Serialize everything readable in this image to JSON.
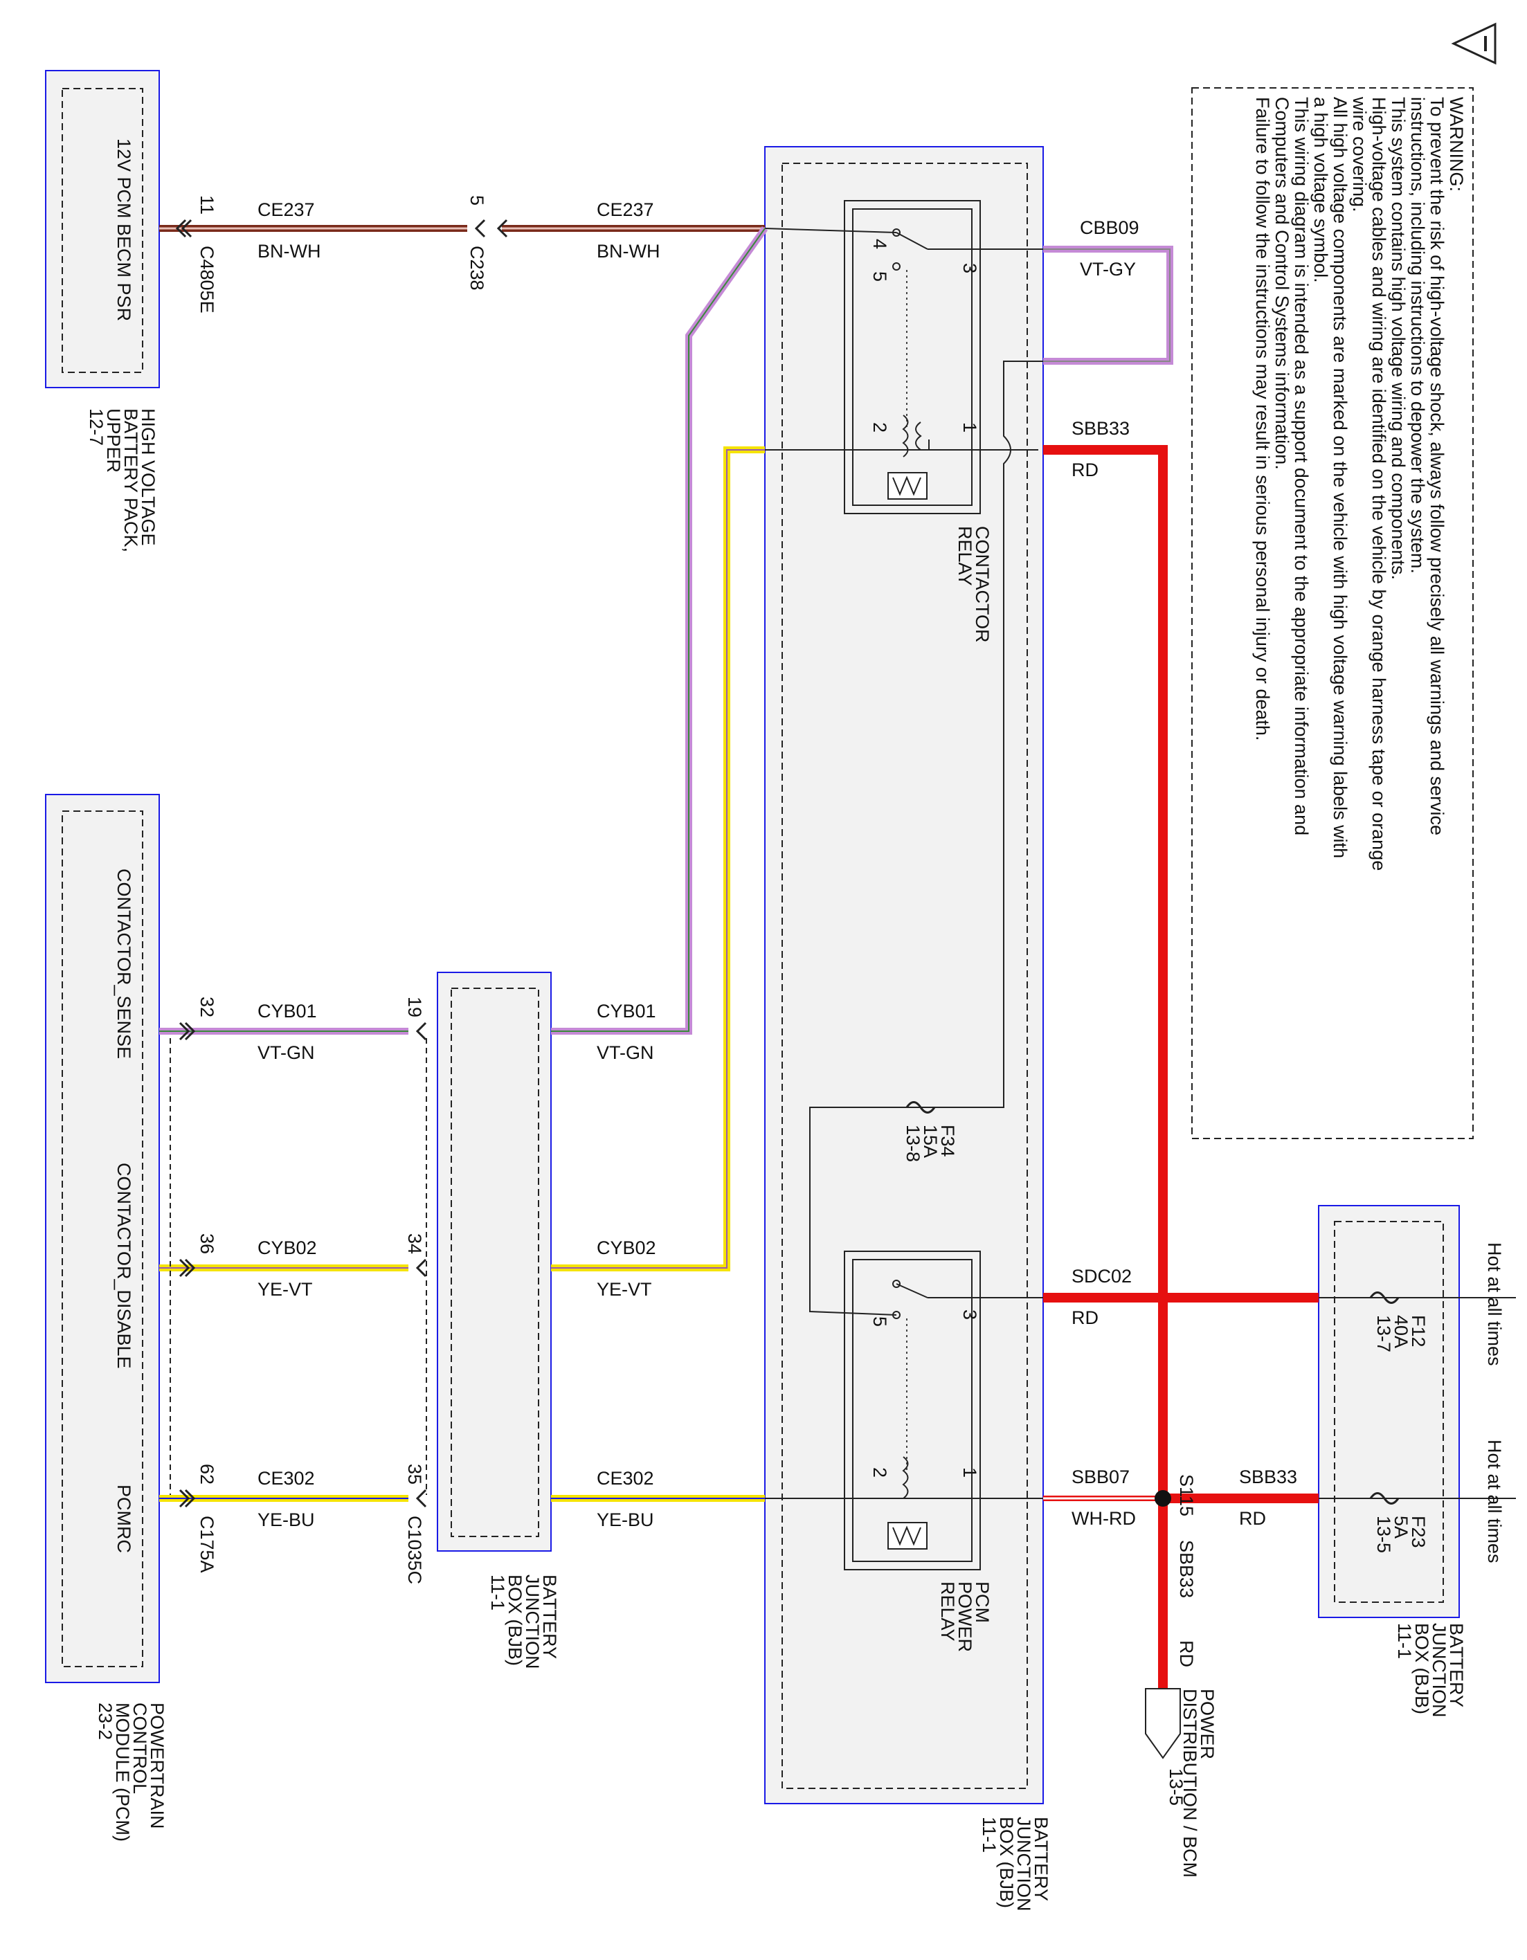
{
  "warning": {
    "title": "WARNING:",
    "lines": [
      "To prevent the risk of high-voltage shock, always follow precisely all warnings and service",
      "instructions, including instructions to depower the system.",
      "This system contains high voltage wiring and components.",
      "High-voltage cables and wiring are identified on the vehicle by orange harness tape or orange",
      "wire covering.",
      "All high voltage components are marked on the vehicle with high voltage warning labels with",
      "a high voltage symbol.",
      "This wiring diagram is intended as a support document to the appropriate information and",
      "Computers and Control Systems information.",
      "Failure to follow the instructions may result in serious personal injury or death."
    ]
  },
  "modules": {
    "hv_battery": {
      "pin_label": "12V PCM BECM PSR",
      "name": [
        "HIGH VOLTAGE",
        "BATTERY PACK,",
        "UPPER"
      ],
      "ref": "12-7"
    },
    "pcm": {
      "pins": [
        "CONTACTOR_SENSE",
        "CONTACTOR_DISABLE",
        "PCMRC"
      ],
      "name": [
        "POWERTRAIN",
        "CONTROL",
        "MODULE (PCM)"
      ],
      "ref": "23-2"
    },
    "bjb_left": {
      "name": [
        "BATTERY",
        "JUNCTION",
        "BOX (BJB)"
      ],
      "ref": "11-1"
    },
    "bjb_main": {
      "name": [
        "BATTERY",
        "JUNCTION",
        "BOX (BJB)"
      ],
      "ref": "11-1"
    },
    "bjb_right": {
      "name": [
        "BATTERY",
        "JUNCTION",
        "BOX (BJB)"
      ],
      "ref": "11-1"
    }
  },
  "connectors": {
    "c4805e": "C4805E",
    "c238": "C238",
    "c175a": "C175A",
    "c1035c": "C1035C"
  },
  "pins": {
    "p11": "11",
    "p5": "5",
    "p32": "32",
    "p19": "19",
    "p36": "36",
    "p34": "34",
    "p62": "62",
    "p35": "35",
    "cr3": "3",
    "cr4": "4",
    "cr5": "5",
    "cr1": "1",
    "cr2": "2",
    "pr3": "3",
    "pr5": "5",
    "pr1": "1",
    "pr2": "2"
  },
  "wires": {
    "ce237_a": {
      "circuit": "CE237",
      "color": "BN-WH"
    },
    "ce237_b": {
      "circuit": "CE237",
      "color": "BN-WH"
    },
    "cyb01_a": {
      "circuit": "CYB01",
      "color": "VT-GN"
    },
    "cyb01_b": {
      "circuit": "CYB01",
      "color": "VT-GN"
    },
    "cyb02_a": {
      "circuit": "CYB02",
      "color": "YE-VT"
    },
    "cyb02_b": {
      "circuit": "CYB02",
      "color": "YE-VT"
    },
    "ce302_a": {
      "circuit": "CE302",
      "color": "YE-BU"
    },
    "ce302_b": {
      "circuit": "CE302",
      "color": "YE-BU"
    },
    "cbb09": {
      "circuit": "CBB09",
      "color": "VT-GY"
    },
    "sbb33_top": {
      "circuit": "SBB33",
      "color": "RD"
    },
    "sdc02": {
      "circuit": "SDC02",
      "color": "RD"
    },
    "sbb07": {
      "circuit": "SBB07",
      "color": "WH-RD"
    },
    "sbb33_right": {
      "circuit": "SBB33",
      "color": "RD"
    },
    "sbb33_down": {
      "circuit": "SBB33",
      "color": "RD"
    }
  },
  "relays": {
    "contactor": [
      "CONTACTOR",
      "RELAY"
    ],
    "pcm_power": [
      "PCM",
      "POWER",
      "RELAY"
    ]
  },
  "fuses": {
    "f34": [
      "F34",
      "15A",
      "13-8"
    ],
    "f12": [
      "F12",
      "40A",
      "13-7"
    ],
    "f23": [
      "F23",
      "5A",
      "13-5"
    ]
  },
  "hot_labels": [
    "Hot at all times",
    "Hot at all times"
  ],
  "splice": "S115",
  "power_dist": {
    "name": [
      "POWER",
      "DISTRIBUTION / BCM"
    ],
    "ref": "13-5"
  },
  "colors": {
    "box_blue": "#1a1ae6",
    "red_wire": "#e61010",
    "yellow": "#f5e300",
    "violet": "#c58ad6",
    "brown": "#7a2a1a"
  }
}
